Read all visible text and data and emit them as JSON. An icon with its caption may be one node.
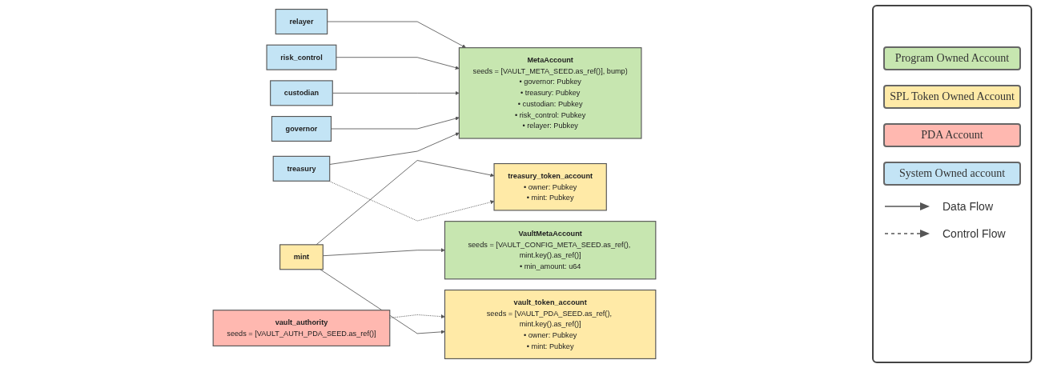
{
  "diagram": {
    "nodes": [
      {
        "text": [
          "treasury"
        ]
      },
      {
        "text": [
          "treasury_token_account",
          "• owner: Pubkey",
          "• mint: Pubkey"
        ]
      },
      {
        "text": [
          "mint"
        ]
      },
      {
        "text": [
          "governor"
        ]
      },
      {
        "text": [
          "MetaAccount",
          "seeds = [VAULT_META_SEED.as_ref()], bump)",
          "• governor: Pubkey",
          "• treasury: Pubkey",
          "• custodian: Pubkey",
          "• risk_control: Pubkey",
          "• relayer: Pubkey"
        ]
      },
      {
        "text": [
          "VaultMetaAccount",
          "seeds = [VAULT_CONFIG_META_SEED.as_ref(), mint.key().as_ref()]",
          "• min_amount: u64"
        ]
      },
      {
        "text": [
          "custodian"
        ]
      },
      {
        "text": [
          "risk_control"
        ]
      },
      {
        "text": [
          "vault_authority",
          "seeds = [VAULT_AUTH_PDA_SEED.as_ref()]"
        ]
      },
      {
        "text": [
          "vault_token_account",
          "seeds = [VAULT_PDA_SEED.as_ref(), mint.key().as_ref()]",
          "• owner: Pubkey",
          "• mint: Pubkey"
        ]
      },
      {
        "text": [
          "relayer"
        ]
      }
    ],
    "edges": [
      {
        "from": 0,
        "to": 1,
        "arrow": "to",
        "style": "dashed"
      },
      {
        "from": 0,
        "to": 4,
        "arrow": "to"
      },
      {
        "from": 3,
        "to": 4,
        "arrow": "to"
      },
      {
        "from": 6,
        "to": 4,
        "arrow": "to"
      },
      {
        "from": 7,
        "to": 4,
        "arrow": "to"
      },
      {
        "from": 10,
        "to": 4,
        "arrow": "to"
      },
      {
        "from": 2,
        "to": 1,
        "arrow": "to"
      },
      {
        "from": 2,
        "to": 5,
        "arrow": "to"
      },
      {
        "from": 2,
        "to": 9,
        "arrow": "to"
      },
      {
        "from": 8,
        "to": 9,
        "arrow": "to",
        "style": "dashed"
      }
    ],
    "legend": [
      {
        "text": "Program Owned Account",
        "color": "#c7e6b0"
      },
      {
        "text": "SPL Token Owned Account",
        "color": "#ffeaa7"
      },
      {
        "text": "PDA Account",
        "color": "#ffb8b0"
      },
      {
        "text": "System Owned account",
        "color": "#c3e4f5"
      },
      {
        "text": "Data Flow"
      },
      {
        "text": "Control Flow"
      }
    ]
  }
}
